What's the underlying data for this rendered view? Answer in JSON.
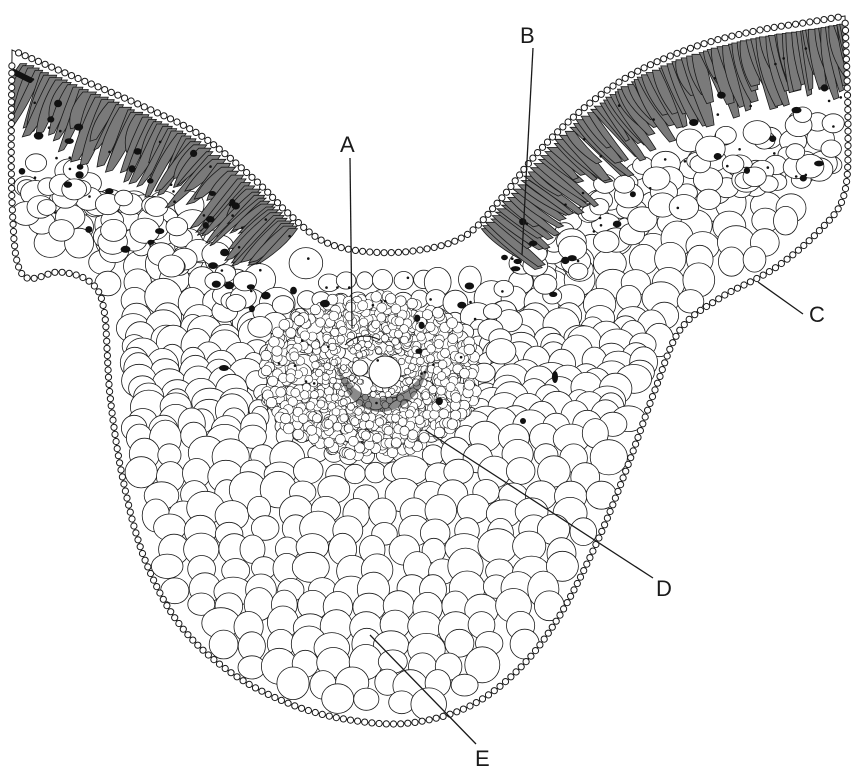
{
  "figure": {
    "labels": [
      {
        "id": "A",
        "text": "A"
      },
      {
        "id": "B",
        "text": "B"
      },
      {
        "id": "C",
        "text": "C"
      },
      {
        "id": "D",
        "text": "D"
      },
      {
        "id": "E",
        "text": "E"
      }
    ]
  },
  "colors": {
    "outline": "#1a1a1a",
    "palisade": "#7a7a7a",
    "background": "#ffffff"
  }
}
